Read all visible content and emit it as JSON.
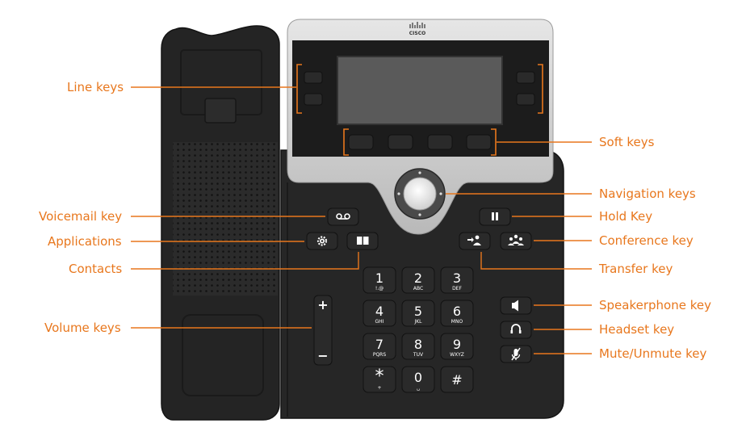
{
  "brand": "CISCO",
  "labels": {
    "line_keys": "Line keys",
    "soft_keys": "Soft keys",
    "navigation_keys": "Navigation keys",
    "voicemail_key": "Voicemail key",
    "hold_key": "Hold Key",
    "applications": "Applications",
    "conference_key": "Conference key",
    "contacts": "Contacts",
    "transfer_key": "Transfer key",
    "volume_keys": "Volume keys",
    "speakerphone_key": "Speakerphone key",
    "headset_key": "Headset key",
    "mute_unmute_key": "Mute/Unmute key"
  },
  "keypad": [
    {
      "digit": "1",
      "letters": "!.@"
    },
    {
      "digit": "2",
      "letters": "ABC"
    },
    {
      "digit": "3",
      "letters": "DEF"
    },
    {
      "digit": "4",
      "letters": "GHI"
    },
    {
      "digit": "5",
      "letters": "JKL"
    },
    {
      "digit": "6",
      "letters": "MNO"
    },
    {
      "digit": "7",
      "letters": "PQRS"
    },
    {
      "digit": "8",
      "letters": "TUV"
    },
    {
      "digit": "9",
      "letters": "WXYZ"
    },
    {
      "digit": "*",
      "letters": "+"
    },
    {
      "digit": "0",
      "letters": "␣"
    },
    {
      "digit": "#",
      "letters": ""
    }
  ],
  "volume": {
    "plus": "+",
    "minus": "−"
  },
  "colors": {
    "accent": "#e8771d",
    "body": "#2a2a2a",
    "bezel": "#c8c8c8",
    "screen": "#5a5a5a"
  },
  "icons": {
    "voicemail": "voicemail-icon",
    "applications": "gear-icon",
    "contacts": "book-icon",
    "hold": "pause-icon",
    "transfer": "transfer-icon",
    "conference": "conference-icon",
    "speakerphone": "speaker-icon",
    "headset": "headset-icon",
    "mute": "mute-icon"
  }
}
